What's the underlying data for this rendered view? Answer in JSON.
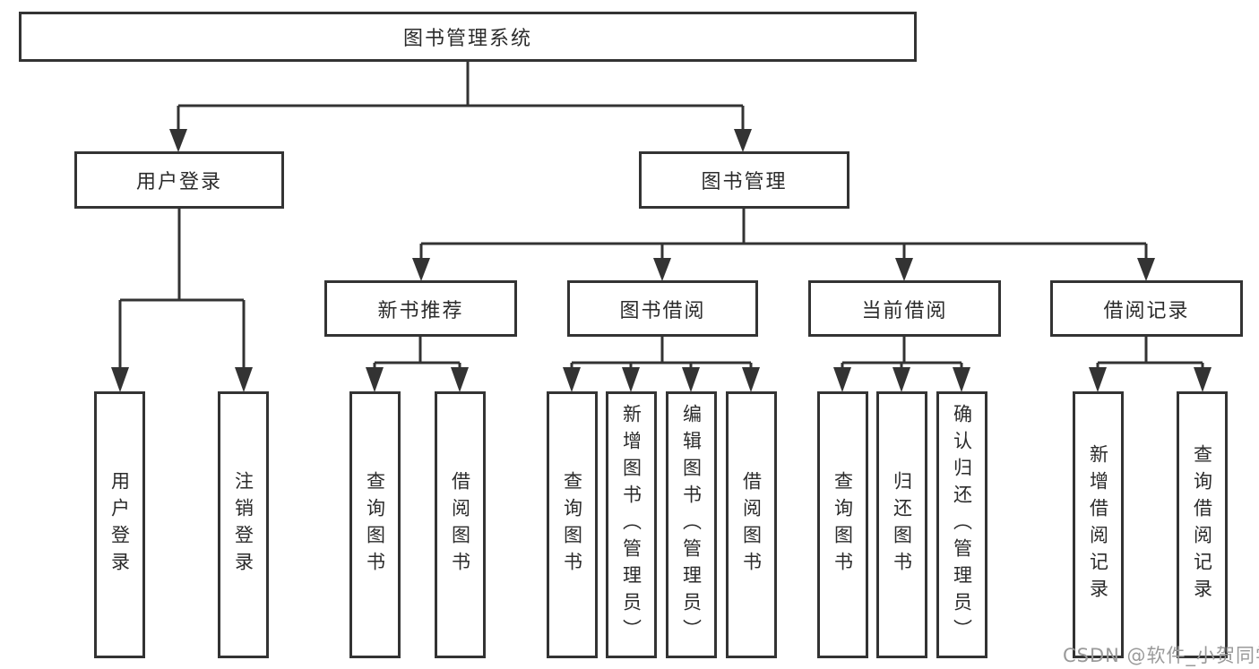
{
  "diagram": {
    "root": "图书管理系统",
    "level2": {
      "user_login": "用户登录",
      "book_mgmt": "图书管理"
    },
    "level3": {
      "new_book": "新书推荐",
      "book_borrow": "图书借阅",
      "current_borrow": "当前借阅",
      "borrow_record": "借阅记录"
    },
    "level4": {
      "user_login": [
        "用户登录",
        "注销登录"
      ],
      "new_book": [
        "查询图书",
        "借阅图书"
      ],
      "book_borrow": [
        "查询图书",
        "新增图书（管理员）",
        "编辑图书（管理员）",
        "借阅图书"
      ],
      "current_borrow": [
        "查询图书",
        "归还图书",
        "确认归还（管理员）"
      ],
      "borrow_record": [
        "新增借阅记录",
        "查询借阅记录"
      ]
    }
  },
  "watermark": "CSDN @软件_小贺同学",
  "colors": {
    "line": "#333333",
    "box_border": "#333333",
    "box_background": "#ffffff",
    "text": "#2b2b2b",
    "watermark": "#9a9a9a"
  }
}
